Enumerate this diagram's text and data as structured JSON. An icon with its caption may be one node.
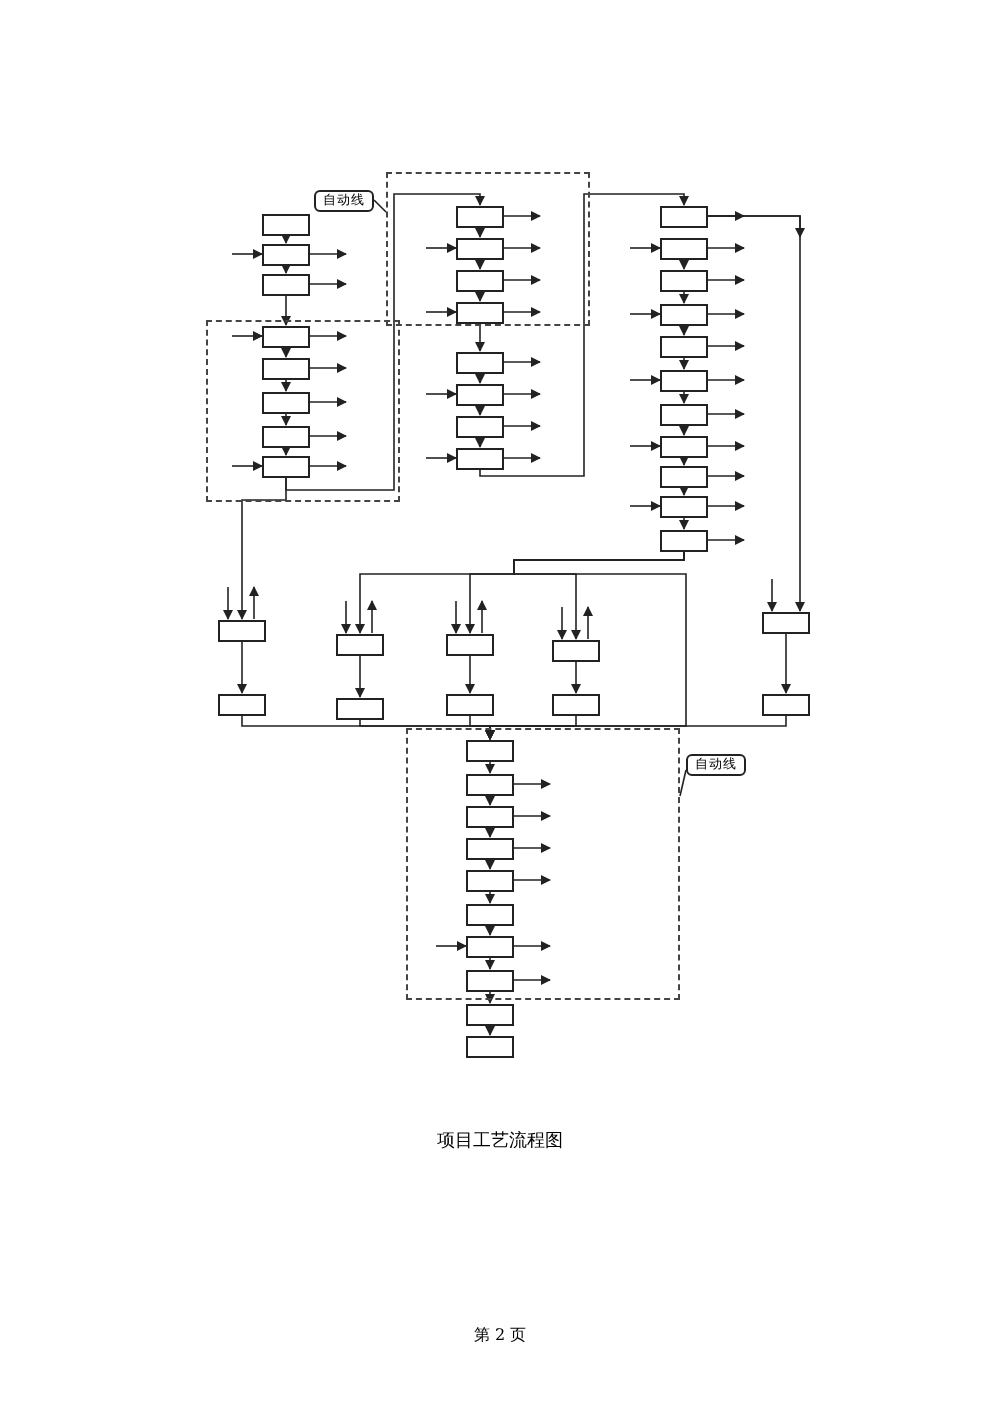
{
  "diagram": {
    "caption": "项目工艺流程图",
    "nodes": [
      {
        "text": [
          "自动线"
        ]
      },
      {
        "text": [],
        "shape": "box"
      },
      {
        "text": [],
        "shape": "box"
      },
      {
        "text": [],
        "shape": "box"
      },
      {
        "text": [],
        "shape": "box"
      },
      {
        "text": [],
        "shape": "box",
        "in": 4
      },
      {
        "text": [],
        "shape": "box",
        "in": 4
      },
      {
        "text": [],
        "shape": "box",
        "in": 4
      },
      {
        "text": [],
        "shape": "box",
        "in": 4
      },
      {
        "text": [],
        "shape": "box",
        "in": 4
      },
      {
        "text": [],
        "shape": "box"
      },
      {
        "text": [],
        "shape": "box",
        "in": 10
      },
      {
        "text": [],
        "shape": "box",
        "in": 10
      },
      {
        "text": [],
        "shape": "box",
        "in": 10
      },
      {
        "text": [],
        "shape": "box",
        "in": 10
      },
      {
        "text": [],
        "shape": "box"
      },
      {
        "text": [],
        "shape": "box"
      },
      {
        "text": [],
        "shape": "box"
      },
      {
        "text": [],
        "shape": "box"
      },
      {
        "text": [],
        "shape": "box"
      },
      {
        "text": [],
        "shape": "box"
      },
      {
        "text": [],
        "shape": "box"
      },
      {
        "text": [],
        "shape": "box"
      },
      {
        "text": [],
        "shape": "box"
      },
      {
        "text": [],
        "shape": "box"
      },
      {
        "text": [],
        "shape": "box"
      },
      {
        "text": [],
        "shape": "box"
      },
      {
        "text": [],
        "shape": "box"
      },
      {
        "text": [],
        "shape": "box"
      },
      {
        "text": [],
        "shape": "box"
      },
      {
        "text": [],
        "shape": "box"
      },
      {
        "text": [],
        "shape": "box"
      },
      {
        "text": [],
        "shape": "box"
      },
      {
        "text": [],
        "shape": "box"
      },
      {
        "text": [],
        "shape": "box"
      },
      {
        "text": [],
        "shape": "box"
      },
      {
        "text": [],
        "shape": "box"
      },
      {
        "text": [],
        "shape": "box"
      },
      {
        "text": [],
        "shape": "box"
      },
      {
        "text": [],
        "shape": "box"
      },
      {
        "text": [],
        "shape": "box"
      },
      {
        "text": [
          "自动线"
        ]
      },
      {
        "text": [],
        "shape": "box",
        "in": 40
      },
      {
        "text": [],
        "shape": "box",
        "in": 40
      },
      {
        "text": [],
        "shape": "box",
        "in": 40
      },
      {
        "text": [],
        "shape": "box",
        "in": 40
      },
      {
        "text": [],
        "shape": "box",
        "in": 40
      },
      {
        "text": [],
        "shape": "box",
        "in": 40
      },
      {
        "text": [],
        "shape": "box",
        "in": 40
      },
      {
        "text": [],
        "shape": "box",
        "in": 40
      },
      {
        "text": [],
        "shape": "box"
      },
      {
        "text": [],
        "shape": "box"
      }
    ],
    "edges": [
      {
        "from": 0,
        "to": 10,
        "arrow": "none"
      },
      {
        "from": 1,
        "to": 2,
        "arrow": "to"
      },
      {
        "from": 2,
        "to": 3,
        "arrow": "to"
      },
      {
        "from": 3,
        "to": 5,
        "arrow": "to"
      },
      {
        "from": 5,
        "to": 6,
        "arrow": "to"
      },
      {
        "from": 6,
        "to": 7,
        "arrow": "to"
      },
      {
        "from": 7,
        "to": 8,
        "arrow": "to"
      },
      {
        "from": 8,
        "to": 9,
        "arrow": "to"
      },
      {
        "from": null,
        "to": 2,
        "arrow": "to"
      },
      {
        "from": null,
        "to": 5,
        "arrow": "to"
      },
      {
        "from": null,
        "to": 9,
        "arrow": "to"
      },
      {
        "from": 2,
        "to": null,
        "arrow": "to"
      },
      {
        "from": 3,
        "to": null,
        "arrow": "to"
      },
      {
        "from": 5,
        "to": null,
        "arrow": "to"
      },
      {
        "from": 6,
        "to": null,
        "arrow": "to"
      },
      {
        "from": 7,
        "to": null,
        "arrow": "to"
      },
      {
        "from": 8,
        "to": null,
        "arrow": "to"
      },
      {
        "from": 9,
        "to": null,
        "arrow": "to"
      },
      {
        "from": 9,
        "to": 11,
        "arrow": "to"
      },
      {
        "from": 9,
        "to": 30,
        "arrow": "to"
      },
      {
        "from": 11,
        "to": 12,
        "arrow": "to"
      },
      {
        "from": 12,
        "to": 13,
        "arrow": "to"
      },
      {
        "from": 13,
        "to": 14,
        "arrow": "to"
      },
      {
        "from": 14,
        "to": 15,
        "arrow": "to"
      },
      {
        "from": 15,
        "to": 16,
        "arrow": "to"
      },
      {
        "from": 16,
        "to": 17,
        "arrow": "to"
      },
      {
        "from": 17,
        "to": 18,
        "arrow": "to"
      },
      {
        "from": null,
        "to": 12,
        "arrow": "to"
      },
      {
        "from": null,
        "to": 14,
        "arrow": "to"
      },
      {
        "from": null,
        "to": 16,
        "arrow": "to"
      },
      {
        "from": null,
        "to": 18,
        "arrow": "to"
      },
      {
        "from": 11,
        "to": null,
        "arrow": "to"
      },
      {
        "from": 12,
        "to": null,
        "arrow": "to"
      },
      {
        "from": 13,
        "to": null,
        "arrow": "to"
      },
      {
        "from": 14,
        "to": null,
        "arrow": "to"
      },
      {
        "from": 15,
        "to": null,
        "arrow": "to"
      },
      {
        "from": 16,
        "to": null,
        "arrow": "to"
      },
      {
        "from": 17,
        "to": null,
        "arrow": "to"
      },
      {
        "from": 18,
        "to": null,
        "arrow": "to"
      },
      {
        "from": 18,
        "to": 19,
        "arrow": "to"
      },
      {
        "from": 19,
        "to": 20,
        "arrow": "to"
      },
      {
        "from": 20,
        "to": 21,
        "arrow": "to"
      },
      {
        "from": 21,
        "to": 22,
        "arrow": "to"
      },
      {
        "from": 22,
        "to": 23,
        "arrow": "to"
      },
      {
        "from": 23,
        "to": 24,
        "arrow": "to"
      },
      {
        "from": 24,
        "to": 25,
        "arrow": "to"
      },
      {
        "from": 25,
        "to": 26,
        "arrow": "to"
      },
      {
        "from": 26,
        "to": 27,
        "arrow": "to"
      },
      {
        "from": 27,
        "to": 28,
        "arrow": "to"
      },
      {
        "from": 28,
        "to": 29,
        "arrow": "to"
      },
      {
        "from": null,
        "to": 20,
        "arrow": "to"
      },
      {
        "from": null,
        "to": 22,
        "arrow": "to"
      },
      {
        "from": null,
        "to": 24,
        "arrow": "to"
      },
      {
        "from": null,
        "to": 26,
        "arrow": "to"
      },
      {
        "from": null,
        "to": 28,
        "arrow": "to"
      },
      {
        "from": 19,
        "to": null,
        "arrow": "to"
      },
      {
        "from": 20,
        "to": null,
        "arrow": "to"
      },
      {
        "from": 21,
        "to": null,
        "arrow": "to"
      },
      {
        "from": 22,
        "to": null,
        "arrow": "to"
      },
      {
        "from": 23,
        "to": null,
        "arrow": "to"
      },
      {
        "from": 24,
        "to": null,
        "arrow": "to"
      },
      {
        "from": 25,
        "to": null,
        "arrow": "to"
      },
      {
        "from": 26,
        "to": null,
        "arrow": "to"
      },
      {
        "from": 27,
        "to": null,
        "arrow": "to"
      },
      {
        "from": 28,
        "to": null,
        "arrow": "to"
      },
      {
        "from": 29,
        "to": null,
        "arrow": "to"
      },
      {
        "from": 19,
        "to": 34,
        "arrow": "to"
      },
      {
        "from": 29,
        "to": 31,
        "arrow": "to"
      },
      {
        "from": 29,
        "to": 32,
        "arrow": "to"
      },
      {
        "from": 29,
        "to": 33,
        "arrow": "to"
      },
      {
        "from": 29,
        "to": 42,
        "arrow": "to"
      },
      {
        "from": 30,
        "to": 35,
        "arrow": "to"
      },
      {
        "from": 31,
        "to": 36,
        "arrow": "to"
      },
      {
        "from": 32,
        "to": 37,
        "arrow": "to"
      },
      {
        "from": 33,
        "to": 38,
        "arrow": "to"
      },
      {
        "from": 34,
        "to": 39,
        "arrow": "to"
      },
      {
        "from": null,
        "to": 30,
        "arrow": "to"
      },
      {
        "from": null,
        "to": 31,
        "arrow": "to"
      },
      {
        "from": null,
        "to": 32,
        "arrow": "to"
      },
      {
        "from": null,
        "to": 33,
        "arrow": "to"
      },
      {
        "from": null,
        "to": 34,
        "arrow": "to"
      },
      {
        "from": 30,
        "to": null,
        "arrow": "to"
      },
      {
        "from": 31,
        "to": null,
        "arrow": "to"
      },
      {
        "from": 32,
        "to": null,
        "arrow": "to"
      },
      {
        "from": 33,
        "to": null,
        "arrow": "to"
      },
      {
        "from": 35,
        "to": 42,
        "arrow": "to"
      },
      {
        "from": 36,
        "to": 42,
        "arrow": "to"
      },
      {
        "from": 37,
        "to": 42,
        "arrow": "to"
      },
      {
        "from": 38,
        "to": 42,
        "arrow": "to"
      },
      {
        "from": 39,
        "to": 42,
        "arrow": "to"
      },
      {
        "from": 41,
        "to": 40,
        "arrow": "none"
      },
      {
        "from": 42,
        "to": 43,
        "arrow": "to"
      },
      {
        "from": 43,
        "to": 44,
        "arrow": "to"
      },
      {
        "from": 44,
        "to": 45,
        "arrow": "to"
      },
      {
        "from": 45,
        "to": 46,
        "arrow": "to"
      },
      {
        "from": 46,
        "to": 47,
        "arrow": "to"
      },
      {
        "from": 47,
        "to": 48,
        "arrow": "to"
      },
      {
        "from": 48,
        "to": 49,
        "arrow": "to"
      },
      {
        "from": 49,
        "to": 50,
        "arrow": "to"
      },
      {
        "from": 50,
        "to": 51,
        "arrow": "to"
      },
      {
        "from": null,
        "to": 48,
        "arrow": "to"
      },
      {
        "from": 43,
        "to": null,
        "arrow": "to"
      },
      {
        "from": 44,
        "to": null,
        "arrow": "to"
      },
      {
        "from": 45,
        "to": null,
        "arrow": "to"
      },
      {
        "from": 46,
        "to": null,
        "arrow": "to"
      },
      {
        "from": 48,
        "to": null,
        "arrow": "to"
      },
      {
        "from": 49,
        "to": null,
        "arrow": "to"
      }
    ],
    "labels": [
      "第 2 页"
    ]
  }
}
